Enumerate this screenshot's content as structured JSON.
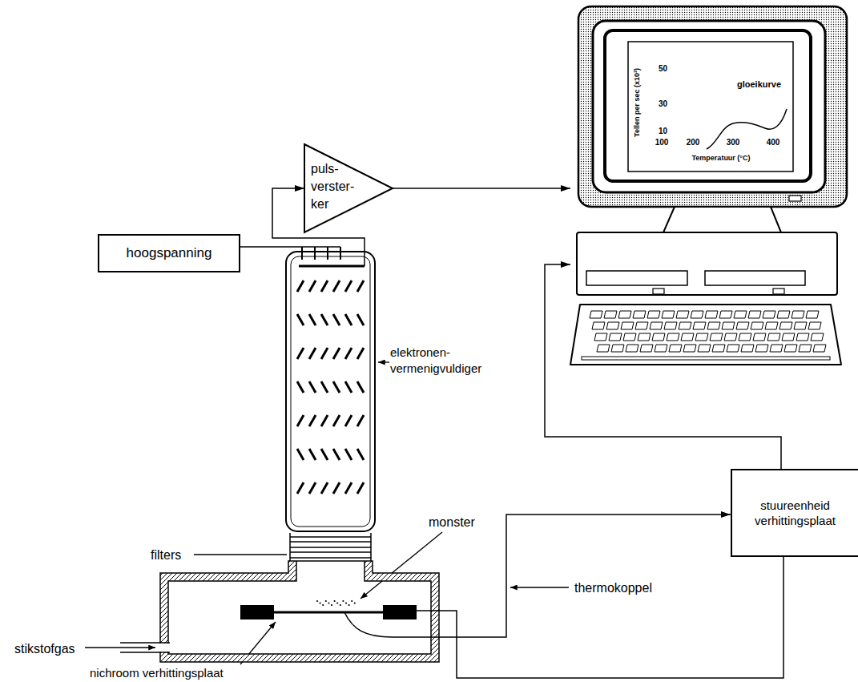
{
  "diagram": {
    "nodes": [
      {
        "text": [
          "gloeikurve",
          "Tellen per sec (x10³)",
          "Temperatuur (°C)"
        ]
      },
      {
        "text": [
          "puls- verster- ker"
        ]
      },
      {
        "text": [
          "hoogspanning"
        ]
      },
      {
        "text": [
          "elektronen- vermenigvuldiger"
        ]
      },
      {
        "text": [
          "stuureenheid verhittingsplaat"
        ]
      },
      {
        "text": [
          "monster"
        ]
      }
    ],
    "edges": [
      {
        "from": 2,
        "to": 3,
        "arrow": "none"
      },
      {
        "from": 3,
        "to": 1,
        "arrow": "to"
      },
      {
        "from": 1,
        "to": 0,
        "arrow": "to"
      },
      {
        "from": 5,
        "to": 4,
        "arrow": "to",
        "label": "thermokoppel"
      },
      {
        "from": 4,
        "to": 5,
        "arrow": "none"
      },
      {
        "from": 4,
        "to": 0,
        "arrow": "to"
      }
    ],
    "labels": [
      "50",
      "30",
      "10",
      "100",
      "200",
      "300",
      "400",
      "filters",
      "stikstofgas",
      "nichroom verhittingsplaat"
    ]
  }
}
